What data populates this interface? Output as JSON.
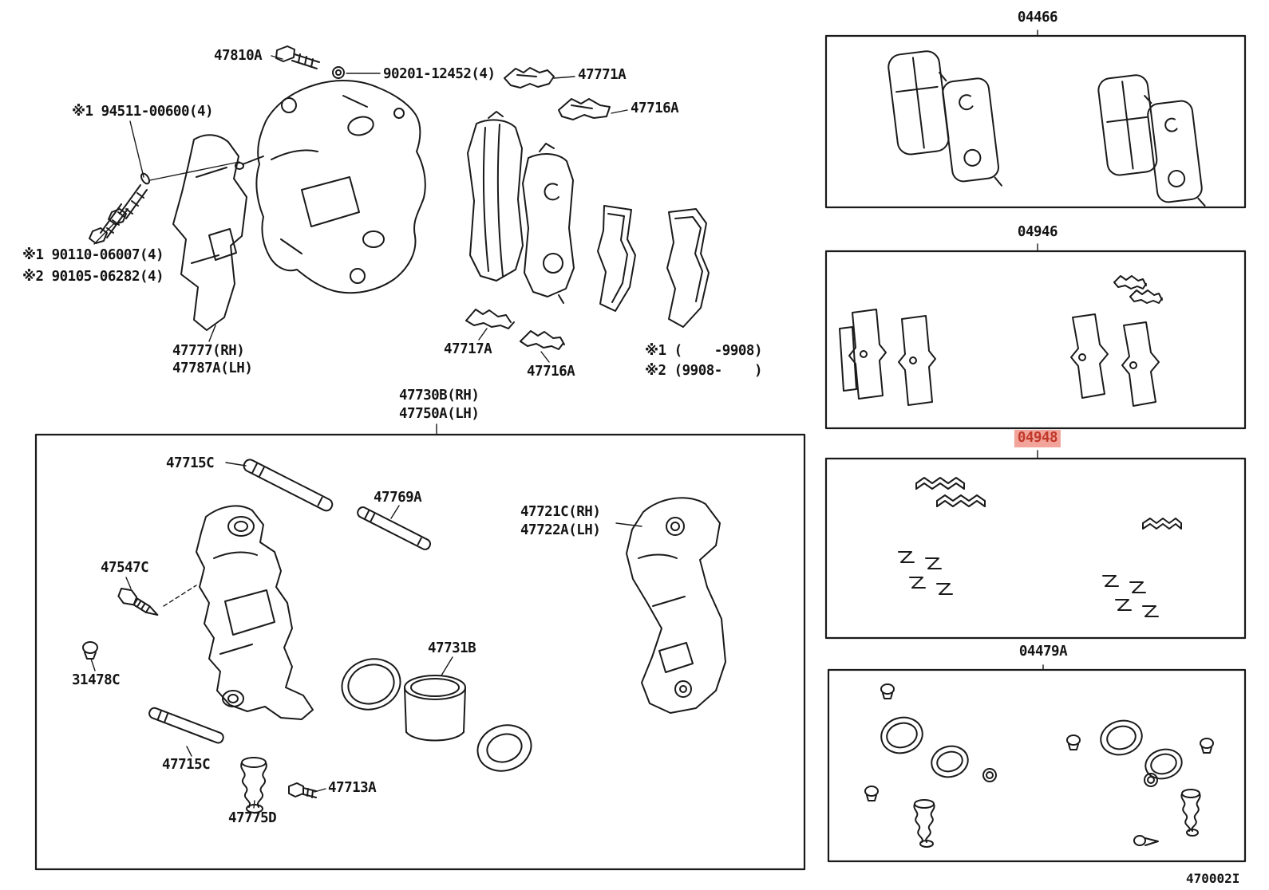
{
  "colors": {
    "line": "#1a1a1a",
    "label": "#141414",
    "highlight_bg": "#f2a49b",
    "highlight_text": "#c0392b"
  },
  "footer": {
    "drawing_code": "470002I"
  },
  "callouts": {
    "bolt_47810a": "47810A",
    "washer_90201": "90201-12452(4)",
    "clip_47771a": "47771A",
    "clip_47716a_top": "47716A",
    "note_94511": "※1 94511-00600(4)",
    "note_90110": "※1 90110-06007(4)",
    "note_90105": "※2 90105-06282(4)",
    "shield_47777_rh": "47777(RH)",
    "shield_47787a_lh": "47787A(LH)",
    "clip_47717a": "47717A",
    "clip_47716a_mid": "47716A",
    "note_range_1": "※1 (    -9908)",
    "note_range_2": "※2 (9908-    )",
    "caliper_47730b_rh": "47730B(RH)",
    "caliper_47750a_lh": "47750A(LH)",
    "pin_47715c_top": "47715C",
    "pin_47769a": "47769A",
    "bracket_47721c_rh": "47721C(RH)",
    "bracket_47722a_lh": "47722A(LH)",
    "bleeder_47547c": "47547C",
    "cap_31478c": "31478C",
    "piston_47731b": "47731B",
    "pin_47715c_bottom": "47715C",
    "bolt_47713a": "47713A",
    "boot_47775d": "47775D",
    "kit_pads_04466": "04466",
    "kit_shims_04946": "04946",
    "kit_fittings_04948": "04948",
    "kit_seals_04479a": "04479A"
  }
}
